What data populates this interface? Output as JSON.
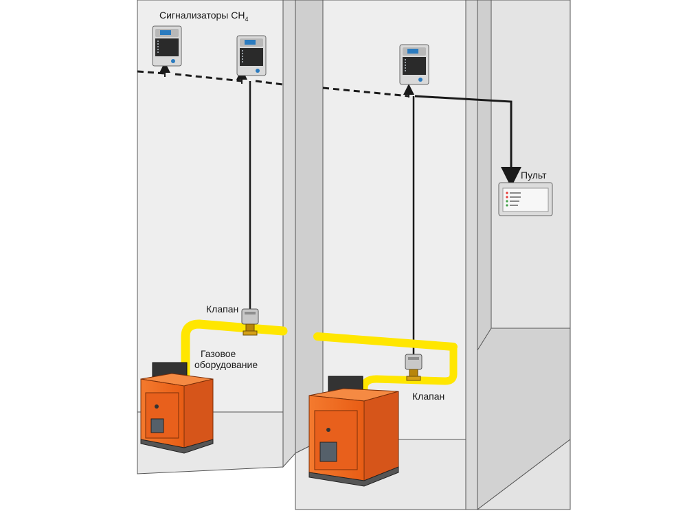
{
  "labels": {
    "detectors": "Сигнализаторы CH",
    "detectors_sub": "4",
    "control_panel": "Пульт",
    "valve_left": "Клапан",
    "valve_right": "Клапан",
    "gas_equipment_line1": "Газовое",
    "gas_equipment_line2": "оборудование"
  },
  "colors": {
    "gas_pipe": "#ffe600",
    "boiler_body": "#f26b21",
    "boiler_dark": "#c24a12",
    "wall": "#ececec",
    "wall_shade": "#d6d6d6",
    "floor": "#e6e6e6",
    "cable": "#1a1a1a"
  },
  "icons": {
    "detector": "gas-detector-icon",
    "valve": "solenoid-valve-icon",
    "boiler": "boiler-icon",
    "panel": "control-panel-icon"
  }
}
